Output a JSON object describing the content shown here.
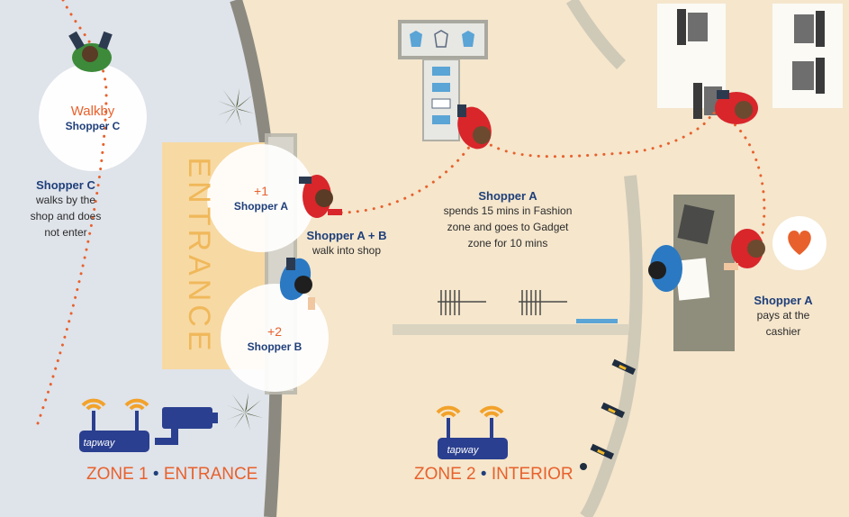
{
  "colors": {
    "outside_bg": "#dfe3ea",
    "floor_bg": "#f5e6cc",
    "wall": "#8c8a80",
    "entrance_strip": "#f7d9a3",
    "accent_orange": "#e8612c",
    "navy": "#1f3f7a",
    "shopper_red": "#d8262b",
    "shopper_blue": "#2b79c2",
    "shopper_green": "#3d8a3a",
    "heart": "#e8612c",
    "cashier_counter": "#8f8d7c"
  },
  "walkby": {
    "label": "Walkby",
    "shopper": "Shopper C"
  },
  "shopper_c_note": {
    "title": "Shopper C",
    "lines": [
      "walks by the",
      "shop and does",
      "not enter"
    ]
  },
  "entrance_sign": "ENTRANCE",
  "shopper_a_entry": {
    "count": "+1",
    "name": "Shopper A"
  },
  "shopper_b_entry": {
    "count": "+2",
    "name": "Shopper B"
  },
  "entry_note": {
    "title": "Shopper A + B",
    "line": "walk into shop"
  },
  "fashion_note": {
    "title": "Shopper A",
    "lines": [
      "spends 15 mins in Fashion",
      "zone and goes to Gadget",
      "zone for 10 mins"
    ]
  },
  "cashier_note": {
    "title": "Shopper A",
    "lines": [
      "pays at the",
      "cashier"
    ]
  },
  "zone1": {
    "name": "ZONE 1",
    "sep": "•",
    "label": "ENTRANCE"
  },
  "zone2": {
    "name": "ZONE 2",
    "sep": "•",
    "label": "INTERIOR"
  },
  "router_brand": "tapway",
  "icons": [
    "wifi-router-icon",
    "security-camera-icon",
    "heart-icon",
    "palm-plant-icon",
    "laptop-icon",
    "clothes-rack-icon",
    "shirt-display-icon"
  ]
}
